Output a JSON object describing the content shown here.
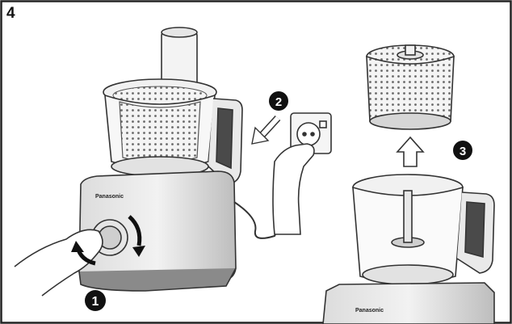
{
  "step_number": "4",
  "callouts": [
    "1",
    "2",
    "3"
  ],
  "brand_label": "Panasonic",
  "colors": {
    "border": "#222222",
    "line": "#333333",
    "fill_light": "#eeeeee",
    "fill_mid": "#cfcfcf",
    "fill_dark": "#4a4a4a",
    "badge": "#111111"
  }
}
